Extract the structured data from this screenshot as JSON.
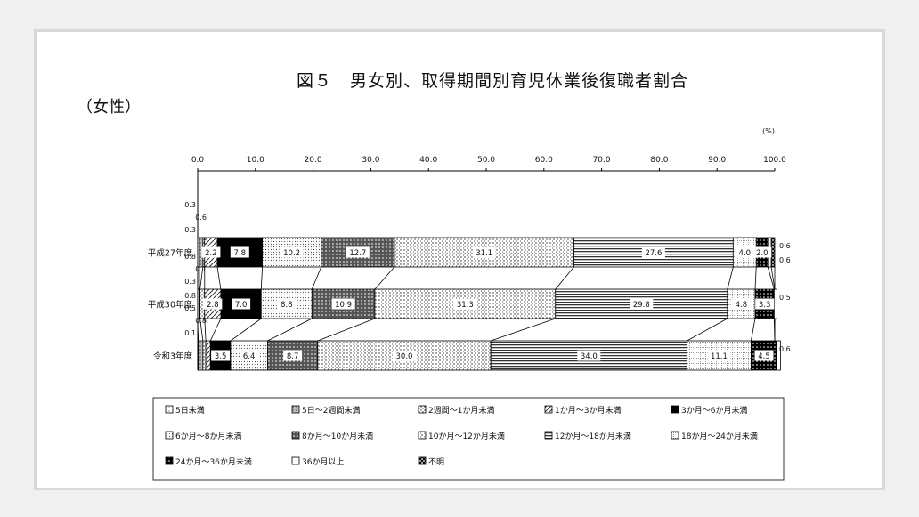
{
  "title": "図５　男女別、取得期間別育児休業後復職者割合",
  "subtitle": "（女性）",
  "chart_data": {
    "type": "bar",
    "orientation": "horizontal",
    "stacked": true,
    "unit_label": "(%)",
    "xlim": [
      0,
      100
    ],
    "ticks": [
      "0.0",
      "10.0",
      "20.0",
      "30.0",
      "40.0",
      "50.0",
      "60.0",
      "70.0",
      "80.0",
      "90.0",
      "100.0"
    ],
    "categories": [
      "平成27年度",
      "平成30年度",
      "令和3年度"
    ],
    "series": [
      {
        "name": "5日未満",
        "values": [
          0.3,
          0.3,
          0.1
        ]
      },
      {
        "name": "5日～2週間未満",
        "values": [
          0.6,
          0.1,
          0.8
        ]
      },
      {
        "name": "2週間～1か月未満",
        "values": [
          0.3,
          0.8,
          0.5
        ]
      },
      {
        "name": "1か月～3か月未満",
        "values": [
          2.2,
          2.8,
          0.8
        ]
      },
      {
        "name": "3か月～6か月未満",
        "values": [
          7.8,
          7.0,
          3.5
        ]
      },
      {
        "name": "6か月～8か月未満",
        "values": [
          10.2,
          8.8,
          6.4
        ]
      },
      {
        "name": "8か月～10か月未満",
        "values": [
          12.7,
          10.9,
          8.7
        ]
      },
      {
        "name": "10か月～12か月未満",
        "values": [
          31.1,
          31.3,
          30.0
        ]
      },
      {
        "name": "12か月～18か月未満",
        "values": [
          27.6,
          29.8,
          34.0
        ]
      },
      {
        "name": "18か月～24か月未満",
        "values": [
          4.0,
          4.8,
          11.1
        ]
      },
      {
        "name": "24か月～36か月未満",
        "values": [
          2.0,
          3.3,
          4.5
        ]
      },
      {
        "name": "36か月以上",
        "values": [
          0.6,
          0.5,
          0.6
        ]
      },
      {
        "name": "不明",
        "values": [
          0.6,
          0.0,
          0.0
        ]
      }
    ],
    "legend_position": "bottom"
  }
}
